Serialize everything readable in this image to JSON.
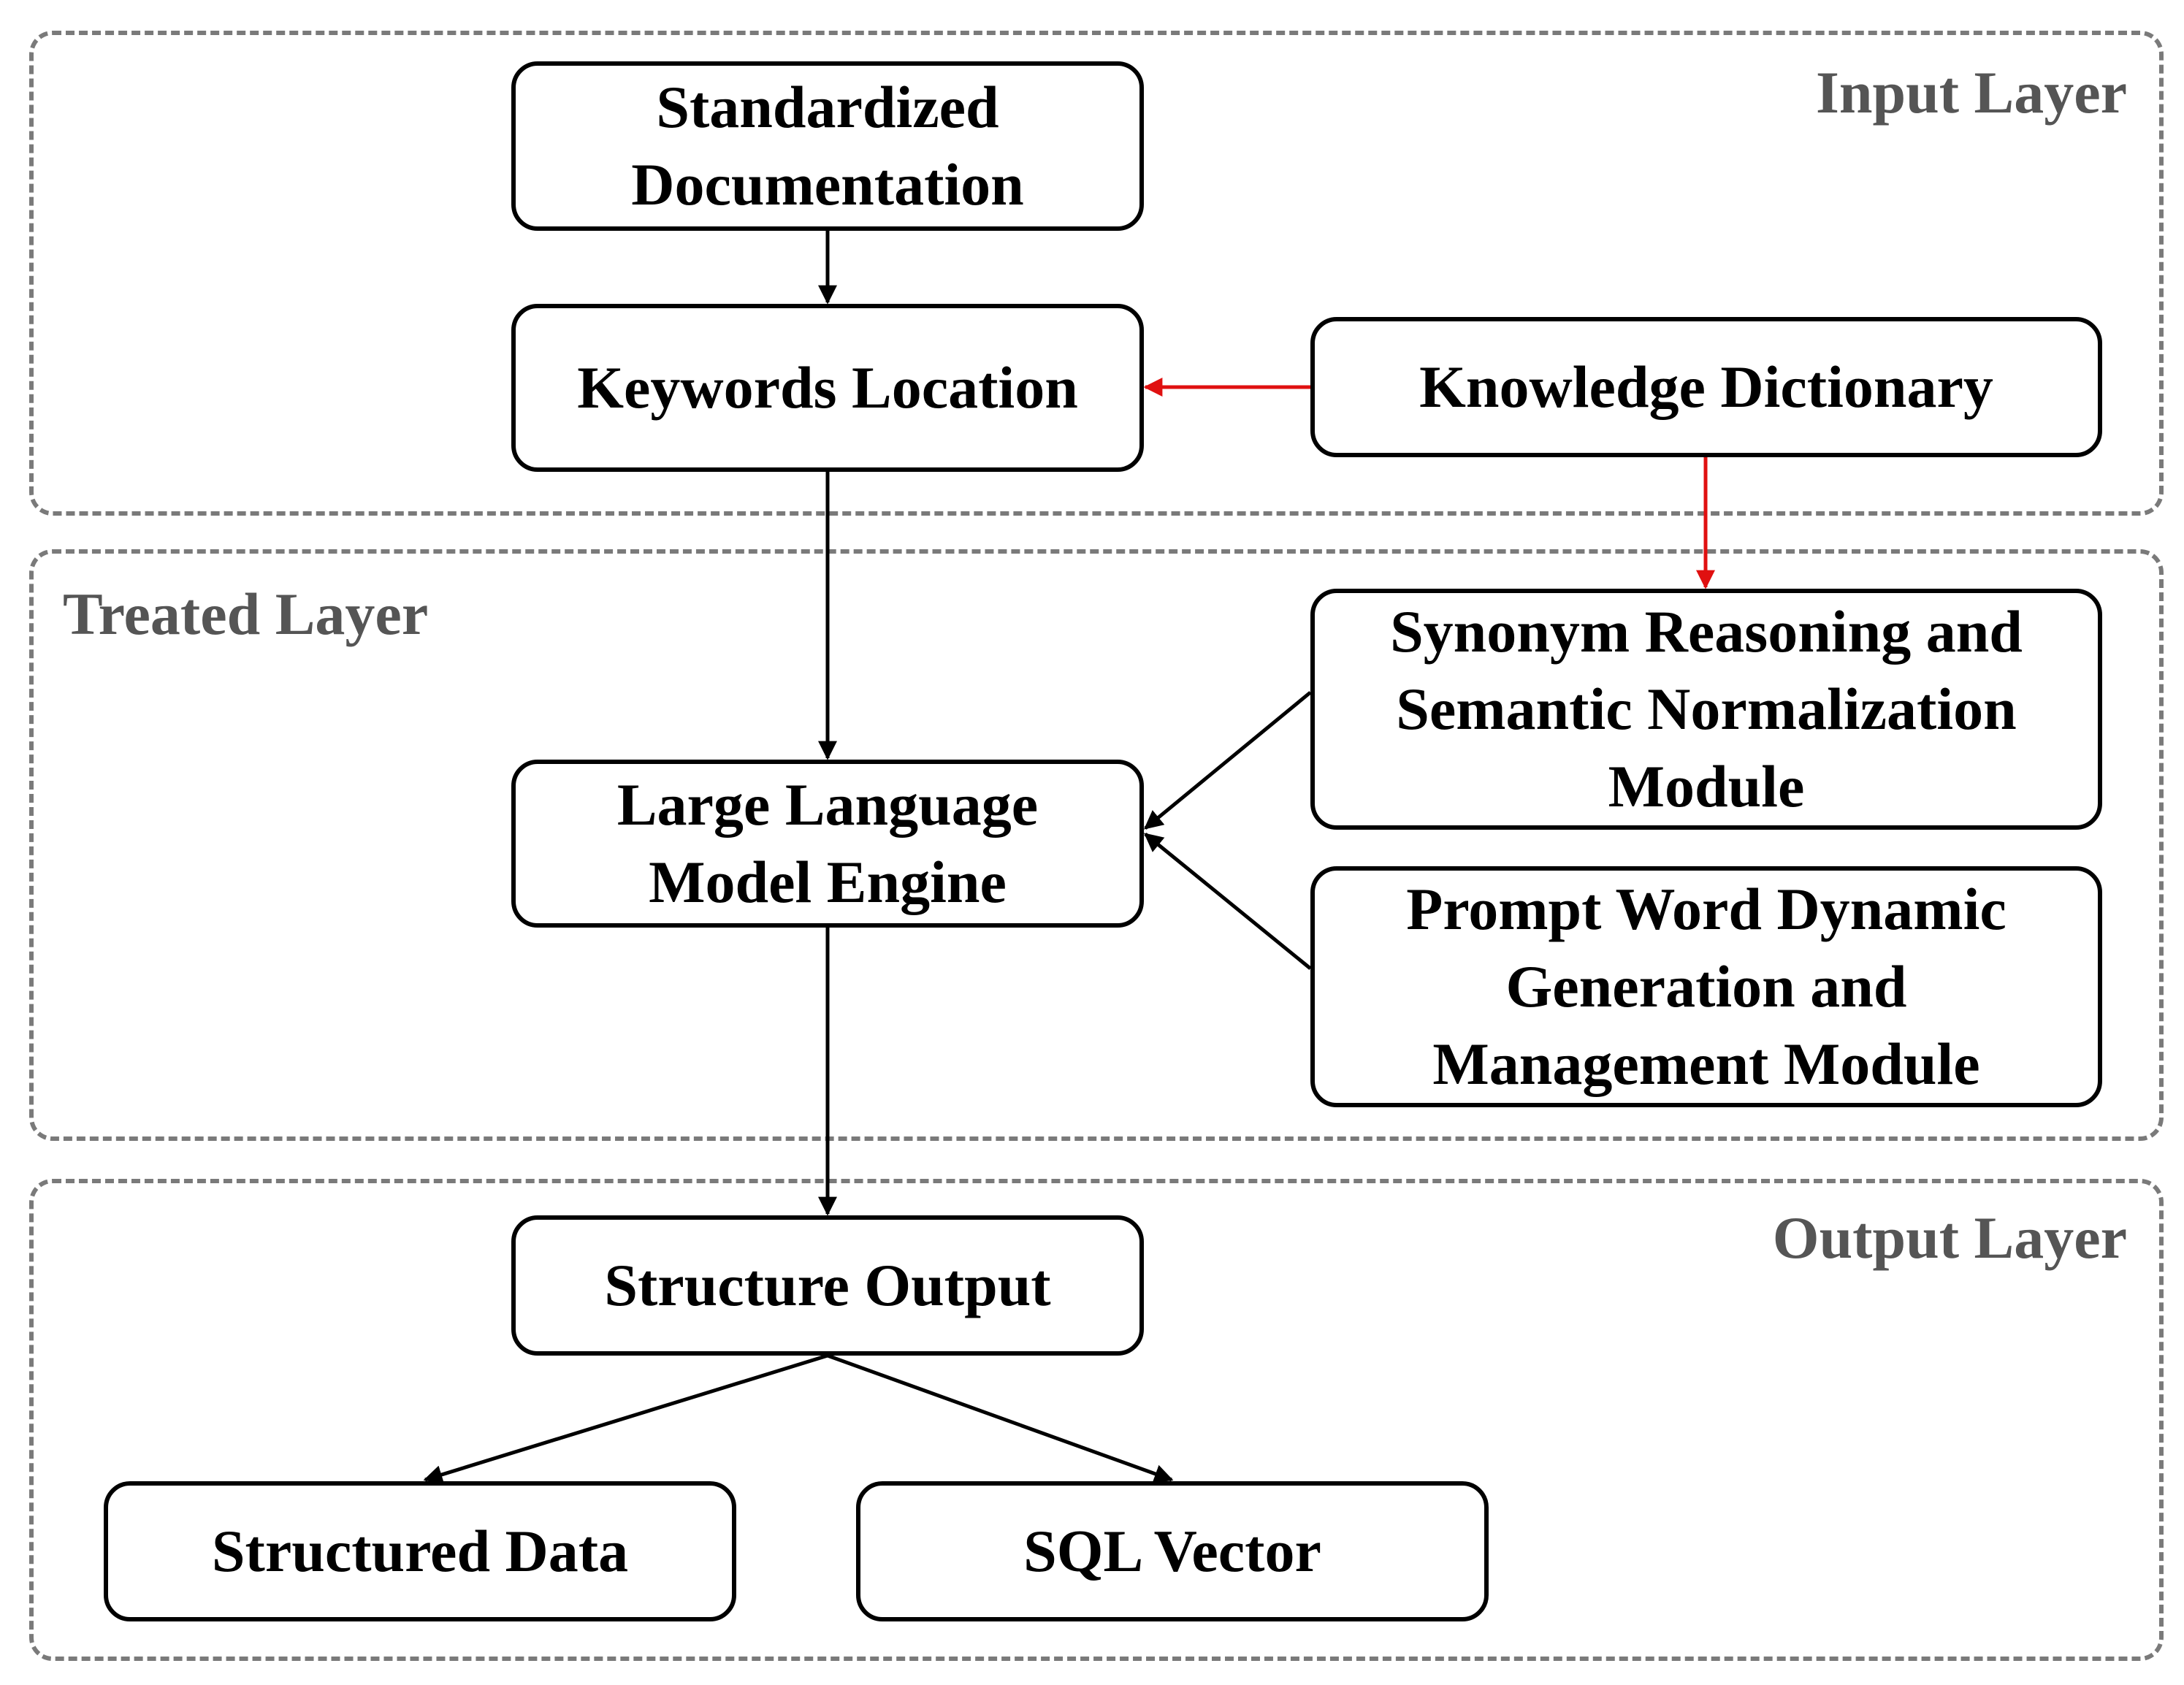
{
  "layers": {
    "input": {
      "title": "Input Layer"
    },
    "treated": {
      "title": "Treated Layer"
    },
    "output": {
      "title": "Output Layer"
    }
  },
  "nodes": {
    "standardized_documentation": "Standardized\nDocumentation",
    "keywords_location": "Keywords Location",
    "knowledge_dictionary": "Knowledge Dictionary",
    "synonym_module": "Synonym Reasoning and\nSemantic Normalization\nModule",
    "llm_engine": "Large Language\nModel Engine",
    "prompt_module": "Prompt Word Dynamic\nGeneration and\nManagement Module",
    "structure_output": "Structure Output",
    "structured_data": "Structured Data",
    "sql_vector": "SQL Vector"
  },
  "colors": {
    "layer_border": "#7a7a7a",
    "layer_title": "#555555",
    "box_border": "#000000",
    "arrow_default": "#000000",
    "arrow_knowledge": "#e01010"
  },
  "edges": [
    {
      "from": "standardized_documentation",
      "to": "keywords_location",
      "color": "arrow_default"
    },
    {
      "from": "knowledge_dictionary",
      "to": "keywords_location",
      "color": "arrow_knowledge"
    },
    {
      "from": "knowledge_dictionary",
      "to": "synonym_module",
      "color": "arrow_knowledge"
    },
    {
      "from": "keywords_location",
      "to": "llm_engine",
      "color": "arrow_default"
    },
    {
      "from": "synonym_module",
      "to": "llm_engine",
      "color": "arrow_default"
    },
    {
      "from": "prompt_module",
      "to": "llm_engine",
      "color": "arrow_default"
    },
    {
      "from": "llm_engine",
      "to": "structure_output",
      "color": "arrow_default"
    },
    {
      "from": "structure_output",
      "to": "structured_data",
      "color": "arrow_default"
    },
    {
      "from": "structure_output",
      "to": "sql_vector",
      "color": "arrow_default"
    }
  ]
}
